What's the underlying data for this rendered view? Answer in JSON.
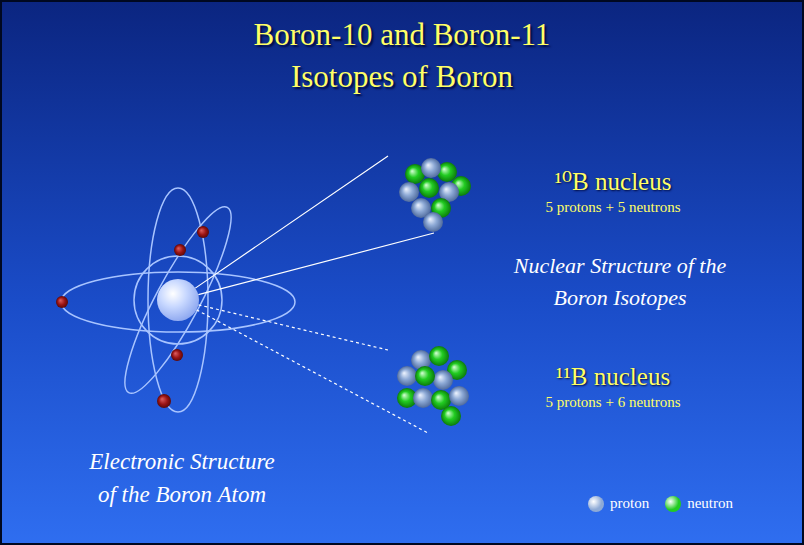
{
  "diagram": {
    "title": "Boron-10 and Boron-11 Isotopes of Boron",
    "nodes": [
      {
        "text": [
          "Electronic Structure of the Boron Atom"
        ]
      },
      {
        "text": [
          "¹⁰B nucleus",
          "5 protons + 5 neutrons"
        ]
      },
      {
        "text": [
          "¹¹B nucleus",
          "5 protons + 6 neutrons"
        ]
      }
    ],
    "edges": [
      {
        "from": 0,
        "to": 1,
        "arrow": "none"
      },
      {
        "from": 0,
        "to": 2,
        "arrow": "none"
      }
    ],
    "labels": [
      "Nuclear Structure of the Boron Isotopes"
    ],
    "legend": [
      {
        "text": "proton",
        "color": "#8eaad6"
      },
      {
        "text": "neutron",
        "color": "#22cc22"
      }
    ]
  }
}
